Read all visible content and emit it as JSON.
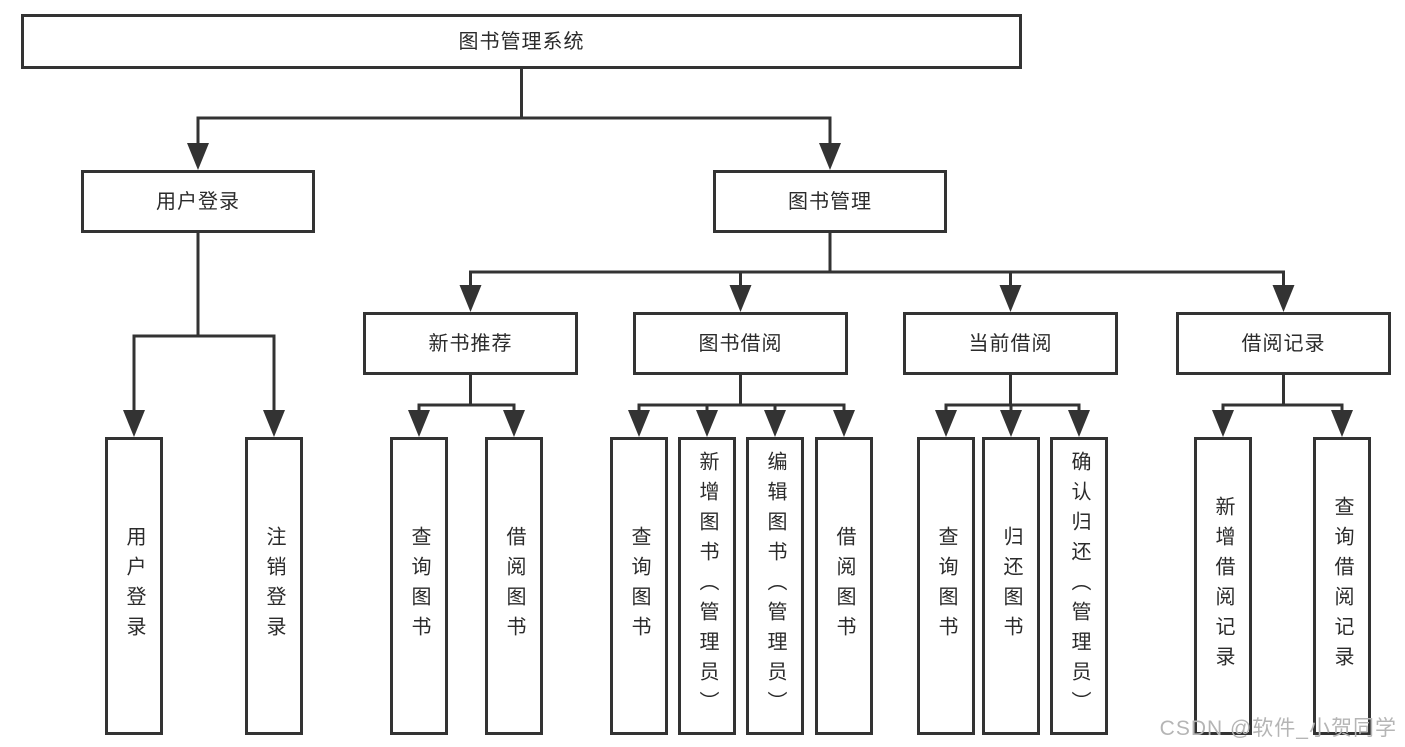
{
  "diagram_title": "图书管理系统",
  "nodes": {
    "root": {
      "label": "图书管理系统"
    },
    "user_login": {
      "label": "用户登录"
    },
    "book_management": {
      "label": "图书管理"
    },
    "new_book_rec": {
      "label": "新书推荐"
    },
    "book_borrow": {
      "label": "图书借阅"
    },
    "current_borrow": {
      "label": "当前借阅"
    },
    "borrow_records": {
      "label": "借阅记录"
    },
    "leaf_user_login": {
      "label": "用户登录"
    },
    "leaf_logout": {
      "label": "注销登录"
    },
    "leaf_query_book_1": {
      "label": "查询图书"
    },
    "leaf_borrow_book_1": {
      "label": "借阅图书"
    },
    "leaf_query_book_2": {
      "label": "查询图书"
    },
    "leaf_add_book": {
      "label": "新增图书（管理员）"
    },
    "leaf_edit_book": {
      "label": "编辑图书（管理员）"
    },
    "leaf_borrow_book_2": {
      "label": "借阅图书"
    },
    "leaf_query_book_3": {
      "label": "查询图书"
    },
    "leaf_return_book": {
      "label": "归还图书"
    },
    "leaf_confirm_return": {
      "label": "确认归还（管理员）"
    },
    "leaf_add_record": {
      "label": "新增借阅记录"
    },
    "leaf_query_record": {
      "label": "查询借阅记录"
    }
  },
  "watermark": "CSDN @软件_小贺同学",
  "colors": {
    "line": "#333333",
    "text": "#2b2b2b",
    "watermark": "#b5b5b5",
    "background": "#ffffff"
  }
}
